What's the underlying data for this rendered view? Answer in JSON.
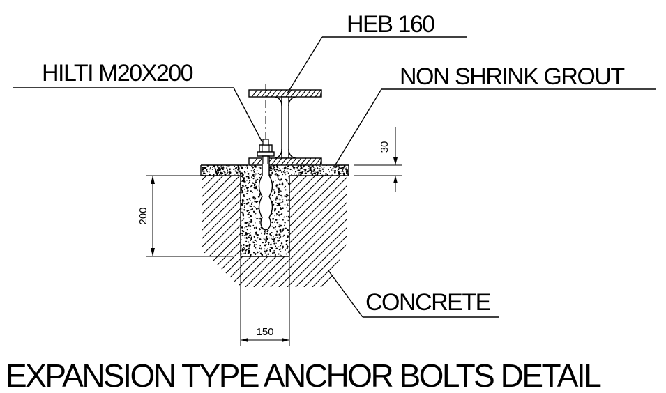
{
  "labels": {
    "beam": "HEB 160",
    "anchor": "HILTI M20X200",
    "grout": "NON SHRINK GROUT",
    "concrete": "CONCRETE"
  },
  "dimensions": {
    "grout_thickness": "30",
    "embedment_depth": "200",
    "pocket_width": "150"
  },
  "title": "EXPANSION TYPE ANCHOR BOLTS DETAIL"
}
